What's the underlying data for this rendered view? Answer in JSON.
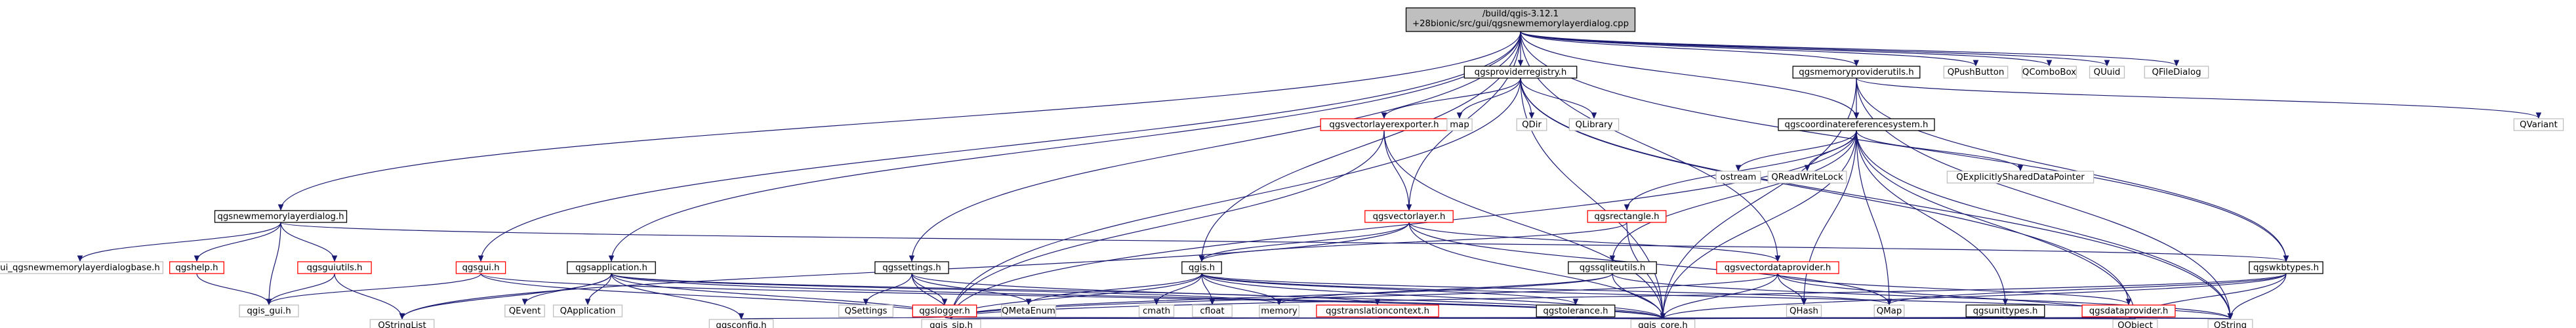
{
  "graph": {
    "type": "include-dependency-graph",
    "colors": {
      "edge": "#191970",
      "root_fill": "#bfbfbf",
      "node_border": "#000000",
      "missing_border": "#ff0000",
      "external_border": "#bfbfbf"
    },
    "nodes": [
      {
        "id": "root",
        "label": "/build/qgis-3.12.1\n+28bionic/src/gui/qgsnewmemorylayerdialog.cpp",
        "style": "root"
      },
      {
        "id": "qgsproviderregistry",
        "label": "qgsproviderregistry.h",
        "style": "normal"
      },
      {
        "id": "qgsmemoryproviderutils",
        "label": "qgsmemoryproviderutils.h",
        "style": "normal"
      },
      {
        "id": "qpushbutton",
        "label": "QPushButton",
        "style": "external"
      },
      {
        "id": "qcombobox",
        "label": "QComboBox",
        "style": "external"
      },
      {
        "id": "quuid",
        "label": "QUuid",
        "style": "external"
      },
      {
        "id": "qfiledialog",
        "label": "QFileDialog",
        "style": "external"
      },
      {
        "id": "qvariant",
        "label": "QVariant",
        "style": "external"
      },
      {
        "id": "qgsvectorlayerexporter",
        "label": "qgsvectorlayerexporter.h",
        "style": "missing"
      },
      {
        "id": "map",
        "label": "map",
        "style": "external"
      },
      {
        "id": "qdir",
        "label": "QDir",
        "style": "external"
      },
      {
        "id": "qlibrary",
        "label": "QLibrary",
        "style": "external"
      },
      {
        "id": "qgscoordinatereferencesystem",
        "label": "qgscoordinatereferencesystem.h",
        "style": "normal"
      },
      {
        "id": "qgsnewmemorylayerdialog",
        "label": "qgsnewmemorylayerdialog.h",
        "style": "normal"
      },
      {
        "id": "qgsvectorlayer",
        "label": "qgsvectorlayer.h",
        "style": "missing"
      },
      {
        "id": "qgsrectangle",
        "label": "qgsrectangle.h",
        "style": "missing"
      },
      {
        "id": "ostream",
        "label": "ostream",
        "style": "external"
      },
      {
        "id": "qreadwritelock",
        "label": "QReadWriteLock",
        "style": "external"
      },
      {
        "id": "qexplicitlyshareddatapointer",
        "label": "QExplicitlySharedDataPointer",
        "style": "external"
      },
      {
        "id": "ui_qgsnewmemorylayerdialogbase",
        "label": "ui_qgsnewmemorylayerdialogbase.h",
        "style": "external"
      },
      {
        "id": "qgshelp",
        "label": "qgshelp.h",
        "style": "missing"
      },
      {
        "id": "qgsguiutils",
        "label": "qgsguiutils.h",
        "style": "missing"
      },
      {
        "id": "qgsgui",
        "label": "qgsgui.h",
        "style": "missing"
      },
      {
        "id": "qgsapplication",
        "label": "qgsapplication.h",
        "style": "normal"
      },
      {
        "id": "qgssettings",
        "label": "qgssettings.h",
        "style": "normal"
      },
      {
        "id": "qgis",
        "label": "qgis.h",
        "style": "normal"
      },
      {
        "id": "qgssqliteutils",
        "label": "qgssqliteutils.h",
        "style": "normal"
      },
      {
        "id": "qgsvectordataprovider",
        "label": "qgsvectordataprovider.h",
        "style": "missing"
      },
      {
        "id": "qgswkbtypes",
        "label": "qgswkbtypes.h",
        "style": "normal"
      },
      {
        "id": "qgis_gui",
        "label": "qgis_gui.h",
        "style": "external"
      },
      {
        "id": "qevent",
        "label": "QEvent",
        "style": "external"
      },
      {
        "id": "qapplication",
        "label": "QApplication",
        "style": "external"
      },
      {
        "id": "qsettings",
        "label": "QSettings",
        "style": "external"
      },
      {
        "id": "qgslogger",
        "label": "qgslogger.h",
        "style": "missing"
      },
      {
        "id": "qmetaenum",
        "label": "QMetaEnum",
        "style": "external"
      },
      {
        "id": "cmath",
        "label": "cmath",
        "style": "external"
      },
      {
        "id": "cfloat",
        "label": "cfloat",
        "style": "external"
      },
      {
        "id": "memory",
        "label": "memory",
        "style": "external"
      },
      {
        "id": "qgstranslationcontext",
        "label": "qgstranslationcontext.h",
        "style": "missing"
      },
      {
        "id": "qgstolerance",
        "label": "qgstolerance.h",
        "style": "normal"
      },
      {
        "id": "qhash",
        "label": "QHash",
        "style": "external"
      },
      {
        "id": "qmap",
        "label": "QMap",
        "style": "external"
      },
      {
        "id": "qgsunittypes",
        "label": "qgsunittypes.h",
        "style": "normal"
      },
      {
        "id": "qgsdataprovider",
        "label": "qgsdataprovider.h",
        "style": "missing"
      },
      {
        "id": "qstringlist",
        "label": "QStringList",
        "style": "external"
      },
      {
        "id": "qgsconfig",
        "label": "qgsconfig.h",
        "style": "external"
      },
      {
        "id": "qgis_sip",
        "label": "qgis_sip.h",
        "style": "external"
      },
      {
        "id": "qgis_core",
        "label": "qgis_core.h",
        "style": "external"
      },
      {
        "id": "qobject",
        "label": "QObject",
        "style": "external"
      },
      {
        "id": "qstring",
        "label": "QString",
        "style": "external"
      }
    ],
    "edges": [
      [
        "root",
        "qgsproviderregistry"
      ],
      [
        "root",
        "qgsmemoryproviderutils"
      ],
      [
        "root",
        "qpushbutton"
      ],
      [
        "root",
        "qcombobox"
      ],
      [
        "root",
        "quuid"
      ],
      [
        "root",
        "qfiledialog"
      ],
      [
        "root",
        "qgsnewmemorylayerdialog"
      ],
      [
        "root",
        "qgsvectorlayer"
      ],
      [
        "root",
        "qgscoordinatereferencesystem"
      ],
      [
        "root",
        "qgsgui"
      ],
      [
        "root",
        "qgsapplication"
      ],
      [
        "root",
        "qgssettings"
      ],
      [
        "root",
        "qgis"
      ],
      [
        "root",
        "qgsvectordataprovider"
      ],
      [
        "root",
        "qgswkbtypes"
      ],
      [
        "qgsproviderregistry",
        "qgsvectorlayerexporter"
      ],
      [
        "qgsproviderregistry",
        "map"
      ],
      [
        "qgsproviderregistry",
        "qdir"
      ],
      [
        "qgsproviderregistry",
        "qlibrary"
      ],
      [
        "qgsproviderregistry",
        "qgis_core"
      ],
      [
        "qgsproviderregistry",
        "qgis_sip"
      ],
      [
        "qgsproviderregistry",
        "qgsdataprovider"
      ],
      [
        "qgsproviderregistry",
        "qstring"
      ],
      [
        "qgsmemoryproviderutils",
        "qgscoordinatereferencesystem"
      ],
      [
        "qgsmemoryproviderutils",
        "qvariant"
      ],
      [
        "qgsmemoryproviderutils",
        "qgis_core"
      ],
      [
        "qgsmemoryproviderutils",
        "qstring"
      ],
      [
        "qgsmemoryproviderutils",
        "qgswkbtypes"
      ],
      [
        "qgsvectorlayerexporter",
        "qgsvectorlayer"
      ],
      [
        "qgsvectorlayerexporter",
        "qgis_core"
      ],
      [
        "qgsvectorlayerexporter",
        "qgis_sip"
      ],
      [
        "qgscoordinatereferencesystem",
        "qgsrectangle"
      ],
      [
        "qgscoordinatereferencesystem",
        "ostream"
      ],
      [
        "qgscoordinatereferencesystem",
        "qreadwritelock"
      ],
      [
        "qgscoordinatereferencesystem",
        "qexplicitlyshareddatapointer"
      ],
      [
        "qgscoordinatereferencesystem",
        "qmap"
      ],
      [
        "qgscoordinatereferencesystem",
        "qhash"
      ],
      [
        "qgscoordinatereferencesystem",
        "qgsunittypes"
      ],
      [
        "qgscoordinatereferencesystem",
        "qgis_core"
      ],
      [
        "qgscoordinatereferencesystem",
        "qgis_sip"
      ],
      [
        "qgscoordinatereferencesystem",
        "qgssqliteutils"
      ],
      [
        "qgscoordinatereferencesystem",
        "qstring"
      ],
      [
        "qgscoordinatereferencesystem",
        "qobject"
      ],
      [
        "qgsnewmemorylayerdialog",
        "ui_qgsnewmemorylayerdialogbase"
      ],
      [
        "qgsnewmemorylayerdialog",
        "qgshelp"
      ],
      [
        "qgsnewmemorylayerdialog",
        "qgsguiutils"
      ],
      [
        "qgsnewmemorylayerdialog",
        "qgis_gui"
      ],
      [
        "qgsnewmemorylayerdialog",
        "qgswkbtypes"
      ],
      [
        "qgsvectorlayer",
        "qgis"
      ],
      [
        "qgsvectorlayer",
        "qgsvectordataprovider"
      ],
      [
        "qgsvectorlayer",
        "qgis_core"
      ],
      [
        "qgsvectorlayer",
        "qstringlist"
      ],
      [
        "qgsvectorlayer",
        "qmap"
      ],
      [
        "qgsrectangle",
        "qgis"
      ],
      [
        "qgsrectangle",
        "qgis_core"
      ],
      [
        "qgshelp",
        "qgis_gui"
      ],
      [
        "qgsguiutils",
        "qgis_gui"
      ],
      [
        "qgsguiutils",
        "qstringlist"
      ],
      [
        "qgsgui",
        "qgis_gui"
      ],
      [
        "qgsgui",
        "qgis_sip"
      ],
      [
        "qgsgui",
        "qgis_core"
      ],
      [
        "qgsapplication",
        "qevent"
      ],
      [
        "qgsapplication",
        "qapplication"
      ],
      [
        "qgsapplication",
        "qstringlist"
      ],
      [
        "qgsapplication",
        "qgis_sip"
      ],
      [
        "qgsapplication",
        "qgis_core"
      ],
      [
        "qgsapplication",
        "qgsconfig"
      ],
      [
        "qgsapplication",
        "qgstranslationcontext"
      ],
      [
        "qgsapplication",
        "memory"
      ],
      [
        "qgssettings",
        "qsettings"
      ],
      [
        "qgssettings",
        "qgslogger"
      ],
      [
        "qgssettings",
        "qmetaenum"
      ],
      [
        "qgssettings",
        "qgis_core"
      ],
      [
        "qgssettings",
        "qgis_sip"
      ],
      [
        "qgis",
        "cmath"
      ],
      [
        "qgis",
        "cfloat"
      ],
      [
        "qgis",
        "memory"
      ],
      [
        "qgis",
        "qmetaenum"
      ],
      [
        "qgis",
        "qgis_core"
      ],
      [
        "qgis",
        "qgis_sip"
      ],
      [
        "qgis",
        "qgstolerance"
      ],
      [
        "qgis",
        "qmap"
      ],
      [
        "qgis",
        "qstring"
      ],
      [
        "qgslogger",
        "qgis_core"
      ],
      [
        "qgslogger",
        "qgis_sip"
      ],
      [
        "qgslogger",
        "qgsconfig"
      ],
      [
        "qgslogger",
        "qobject"
      ],
      [
        "qgssqliteutils",
        "memory"
      ],
      [
        "qgssqliteutils",
        "qgis_core"
      ],
      [
        "qgssqliteutils",
        "qgis_sip"
      ],
      [
        "qgssqliteutils",
        "qstring"
      ],
      [
        "qgsvectordataprovider",
        "qgsdataprovider"
      ],
      [
        "qgsvectordataprovider",
        "qhash"
      ],
      [
        "qgsvectordataprovider",
        "qgis_core"
      ],
      [
        "qgsvectordataprovider",
        "qgis_sip"
      ],
      [
        "qgsvectordataprovider",
        "qobject"
      ],
      [
        "qgswkbtypes",
        "qgis_core"
      ],
      [
        "qgswkbtypes",
        "qgis_sip"
      ],
      [
        "qgswkbtypes",
        "qmap"
      ],
      [
        "qgswkbtypes",
        "qstring"
      ],
      [
        "qgswkbtypes",
        "qobject"
      ],
      [
        "qgstranslationcontext",
        "qgis_core"
      ],
      [
        "qgstranslationcontext",
        "qobject"
      ],
      [
        "qgstolerance",
        "qgis_core"
      ],
      [
        "qgstolerance",
        "qgis_sip"
      ],
      [
        "qgsunittypes",
        "qgis_core"
      ],
      [
        "qgsunittypes",
        "qgis_sip"
      ],
      [
        "qgsunittypes",
        "qstring"
      ],
      [
        "qgsdataprovider",
        "qgis_core"
      ],
      [
        "qgsdataprovider",
        "qobject"
      ],
      [
        "qgsdataprovider",
        "qstring"
      ]
    ]
  }
}
